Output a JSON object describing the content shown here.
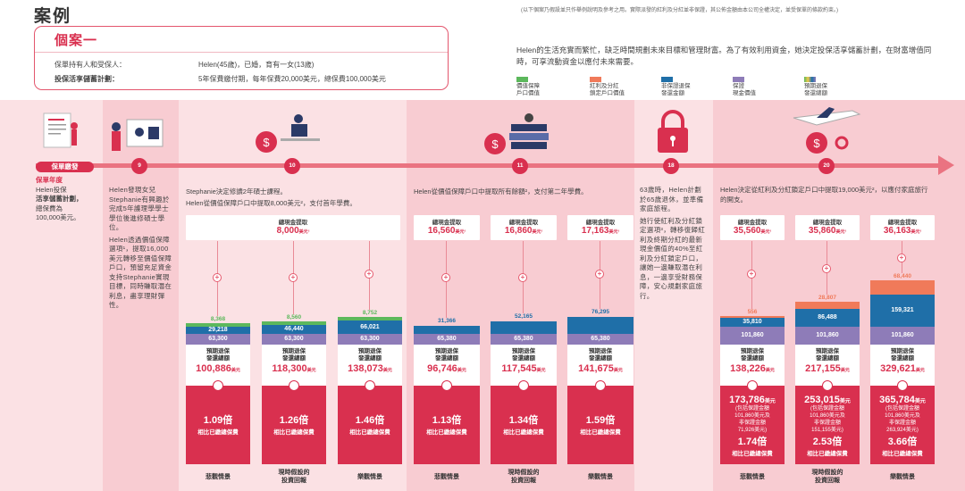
{
  "title": "案例",
  "disclaimer": "(以下個案乃假設並只作舉例說明及參考之用。實際派發的紅利及分紅並非保證，其公佈金額由本公司全權決定，並受保單的條款約束。)",
  "case": {
    "title": "個案一",
    "rows": [
      {
        "label": "保單持有人和受保人：",
        "value": "Helen(45歲)，已婚，育有一女(13歲)"
      },
      {
        "label": "投保活享儲蓄計劃：",
        "value": "5年保費繳付期，每年保費20,000美元，總保費100,000美元"
      }
    ]
  },
  "intro": "Helen的生活充實而繁忙，缺乏時間規劃未來目標和管理財富。為了有效利用資金，她決定投保活享儲蓄計劃，在財富增值同時，可享流動資金以應付未來需要。",
  "legend": [
    {
      "label1": "價值保障",
      "label2": "戶口價值",
      "color": "#5cb85c"
    },
    {
      "label1": "紅利及分紅",
      "label2": "鎖定戶口價值",
      "color": "#f07a5a"
    },
    {
      "label1": "非保證退保",
      "label2": "發還金額",
      "color": "#1f6fa8"
    },
    {
      "label1": "保證",
      "label2": "現金價值",
      "color": "#8e7cb8"
    },
    {
      "label1": "預期退保",
      "label2": "發還總額",
      "color": "#f2c94c"
    }
  ],
  "timeline": {
    "badge": "保單繳發",
    "nodes": [
      "9",
      "10",
      "11",
      "18",
      "20"
    ],
    "p0": {
      "head": "保單年度",
      "t1": "Helen投保",
      "t2": "活享儲蓄計劃，",
      "t3": "總保費為",
      "t4": "100,000美元。"
    },
    "p1a": "Helen發現女兒Stephanie有興趣於完成5年護理學學士學位後進修碩士學位。",
    "p1b": "Helen透過價值保障選項¹，提取16,000美元轉移至價值保障戶口，預留充足資金支持Stephanie實現目標，同時賺取潛在利息，盡享理財彈性。",
    "p2a": "Stephanie決定修讀2年碩士課程。",
    "p2b": "Helen從價值保障戶口中提取8,000美元²，支付首年學費。",
    "p3": "Helen從價值保障戶口中提取所有餘額²，支付第二年學費。",
    "p4a": "63歲時，Helen計劃於65歲退休，並準備家庭旅程。",
    "p4b": "她行使紅利及分紅鎖定選項³，轉移復歸紅利及終期分紅的最新現金價值的40%至紅利及分紅鎖定戶口，讓她一邊賺取潛在利息，一邊享受財務保障，安心規劃家庭旅行。",
    "p5": "Helen決定從紅利及分紅鎖定戶口中提取19,000美元²，以應付家庭旅行的開支。"
  },
  "w_label": "總現金提取",
  "w_unit": "美元",
  "w_total1": "8,000",
  "w_total3": [
    "16,560",
    "16,860",
    "17,163"
  ],
  "w_total5": [
    "35,560",
    "35,860",
    "36,163"
  ],
  "proj_label1": "預期退保",
  "proj_label2": "發還總額",
  "ratio_label": "相比已繳總保費",
  "scen": [
    "悲觀情景",
    "現時假設的",
    "投資回報",
    "樂觀情景"
  ],
  "g1": [
    {
      "top": "8,368",
      "mid": "29,218",
      "base": "63,300",
      "proj": "100,886",
      "ratio": "1.09倍"
    },
    {
      "top": "8,560",
      "mid": "46,440",
      "base": "63,300",
      "proj": "118,300",
      "ratio": "1.26倍"
    },
    {
      "top": "8,752",
      "mid": "66,021",
      "base": "63,300",
      "proj": "138,073",
      "ratio": "1.46倍"
    }
  ],
  "g2": [
    {
      "mid": "31,366",
      "base": "65,380",
      "proj": "96,746",
      "ratio": "1.13倍"
    },
    {
      "mid": "52,165",
      "base": "65,380",
      "proj": "117,545",
      "ratio": "1.34倍"
    },
    {
      "mid": "76,295",
      "base": "65,380",
      "proj": "141,675",
      "ratio": "1.59倍"
    }
  ],
  "g3": [
    {
      "top": "556",
      "mid": "35,810",
      "base": "101,860",
      "proj": "138,226",
      "big": "173,786",
      "b1": "(包括保證金額",
      "b2": "101,860美元及",
      "b3": "非保證金額",
      "b4": "71,926美元)",
      "ratio": "1.74倍"
    },
    {
      "top": "28,807",
      "mid": "86,488",
      "base": "101,860",
      "proj": "217,155",
      "big": "253,015",
      "b1": "(包括保證金額",
      "b2": "101,860美元及",
      "b3": "非保證金額",
      "b4": "151,155美元)",
      "ratio": "2.53倍"
    },
    {
      "top": "68,440",
      "mid": "159,321",
      "base": "101,860",
      "proj": "329,621",
      "big": "365,784",
      "b1": "(包括保證金額",
      "b2": "101,860美元及",
      "b3": "非保證金額",
      "b4": "263,924美元)",
      "ratio": "3.66倍"
    }
  ]
}
